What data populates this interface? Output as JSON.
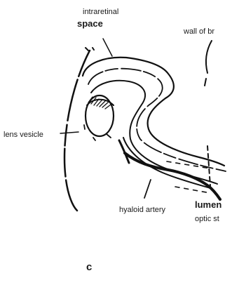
{
  "labels": {
    "intraretinal": "intraretinal",
    "space": "space",
    "wall_of_brain": "wall of br",
    "lens_vesicle": "lens vesicle",
    "hyaloid_artery": "hyaloid artery",
    "lumen": "lumen",
    "optic_stalk": "optic st",
    "panel": "c"
  }
}
